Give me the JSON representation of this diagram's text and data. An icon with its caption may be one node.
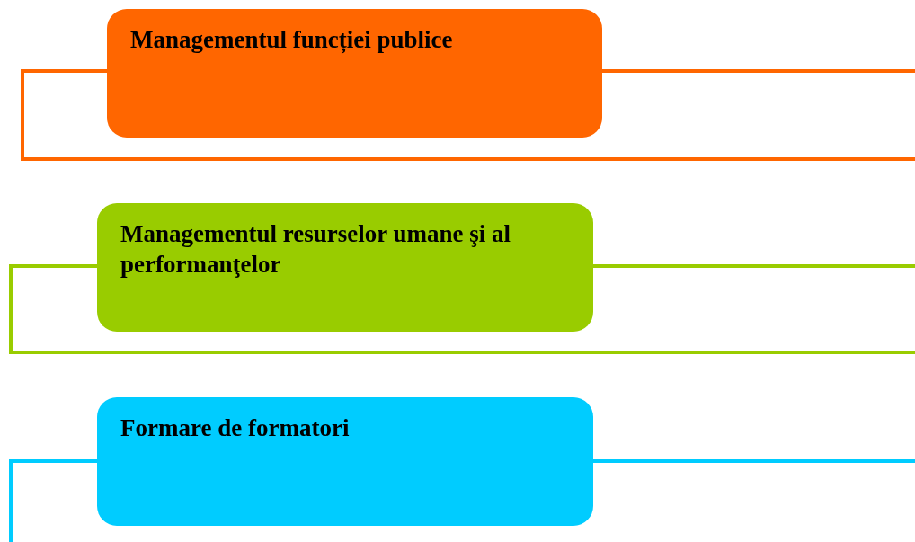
{
  "diagram": {
    "nodes": [
      {
        "text": [
          "Managementul funcției publice"
        ]
      },
      {
        "text": [
          "Managementul resurselor umane şi al performanţelor"
        ]
      },
      {
        "text": [
          "Formare de formatori"
        ]
      }
    ]
  }
}
